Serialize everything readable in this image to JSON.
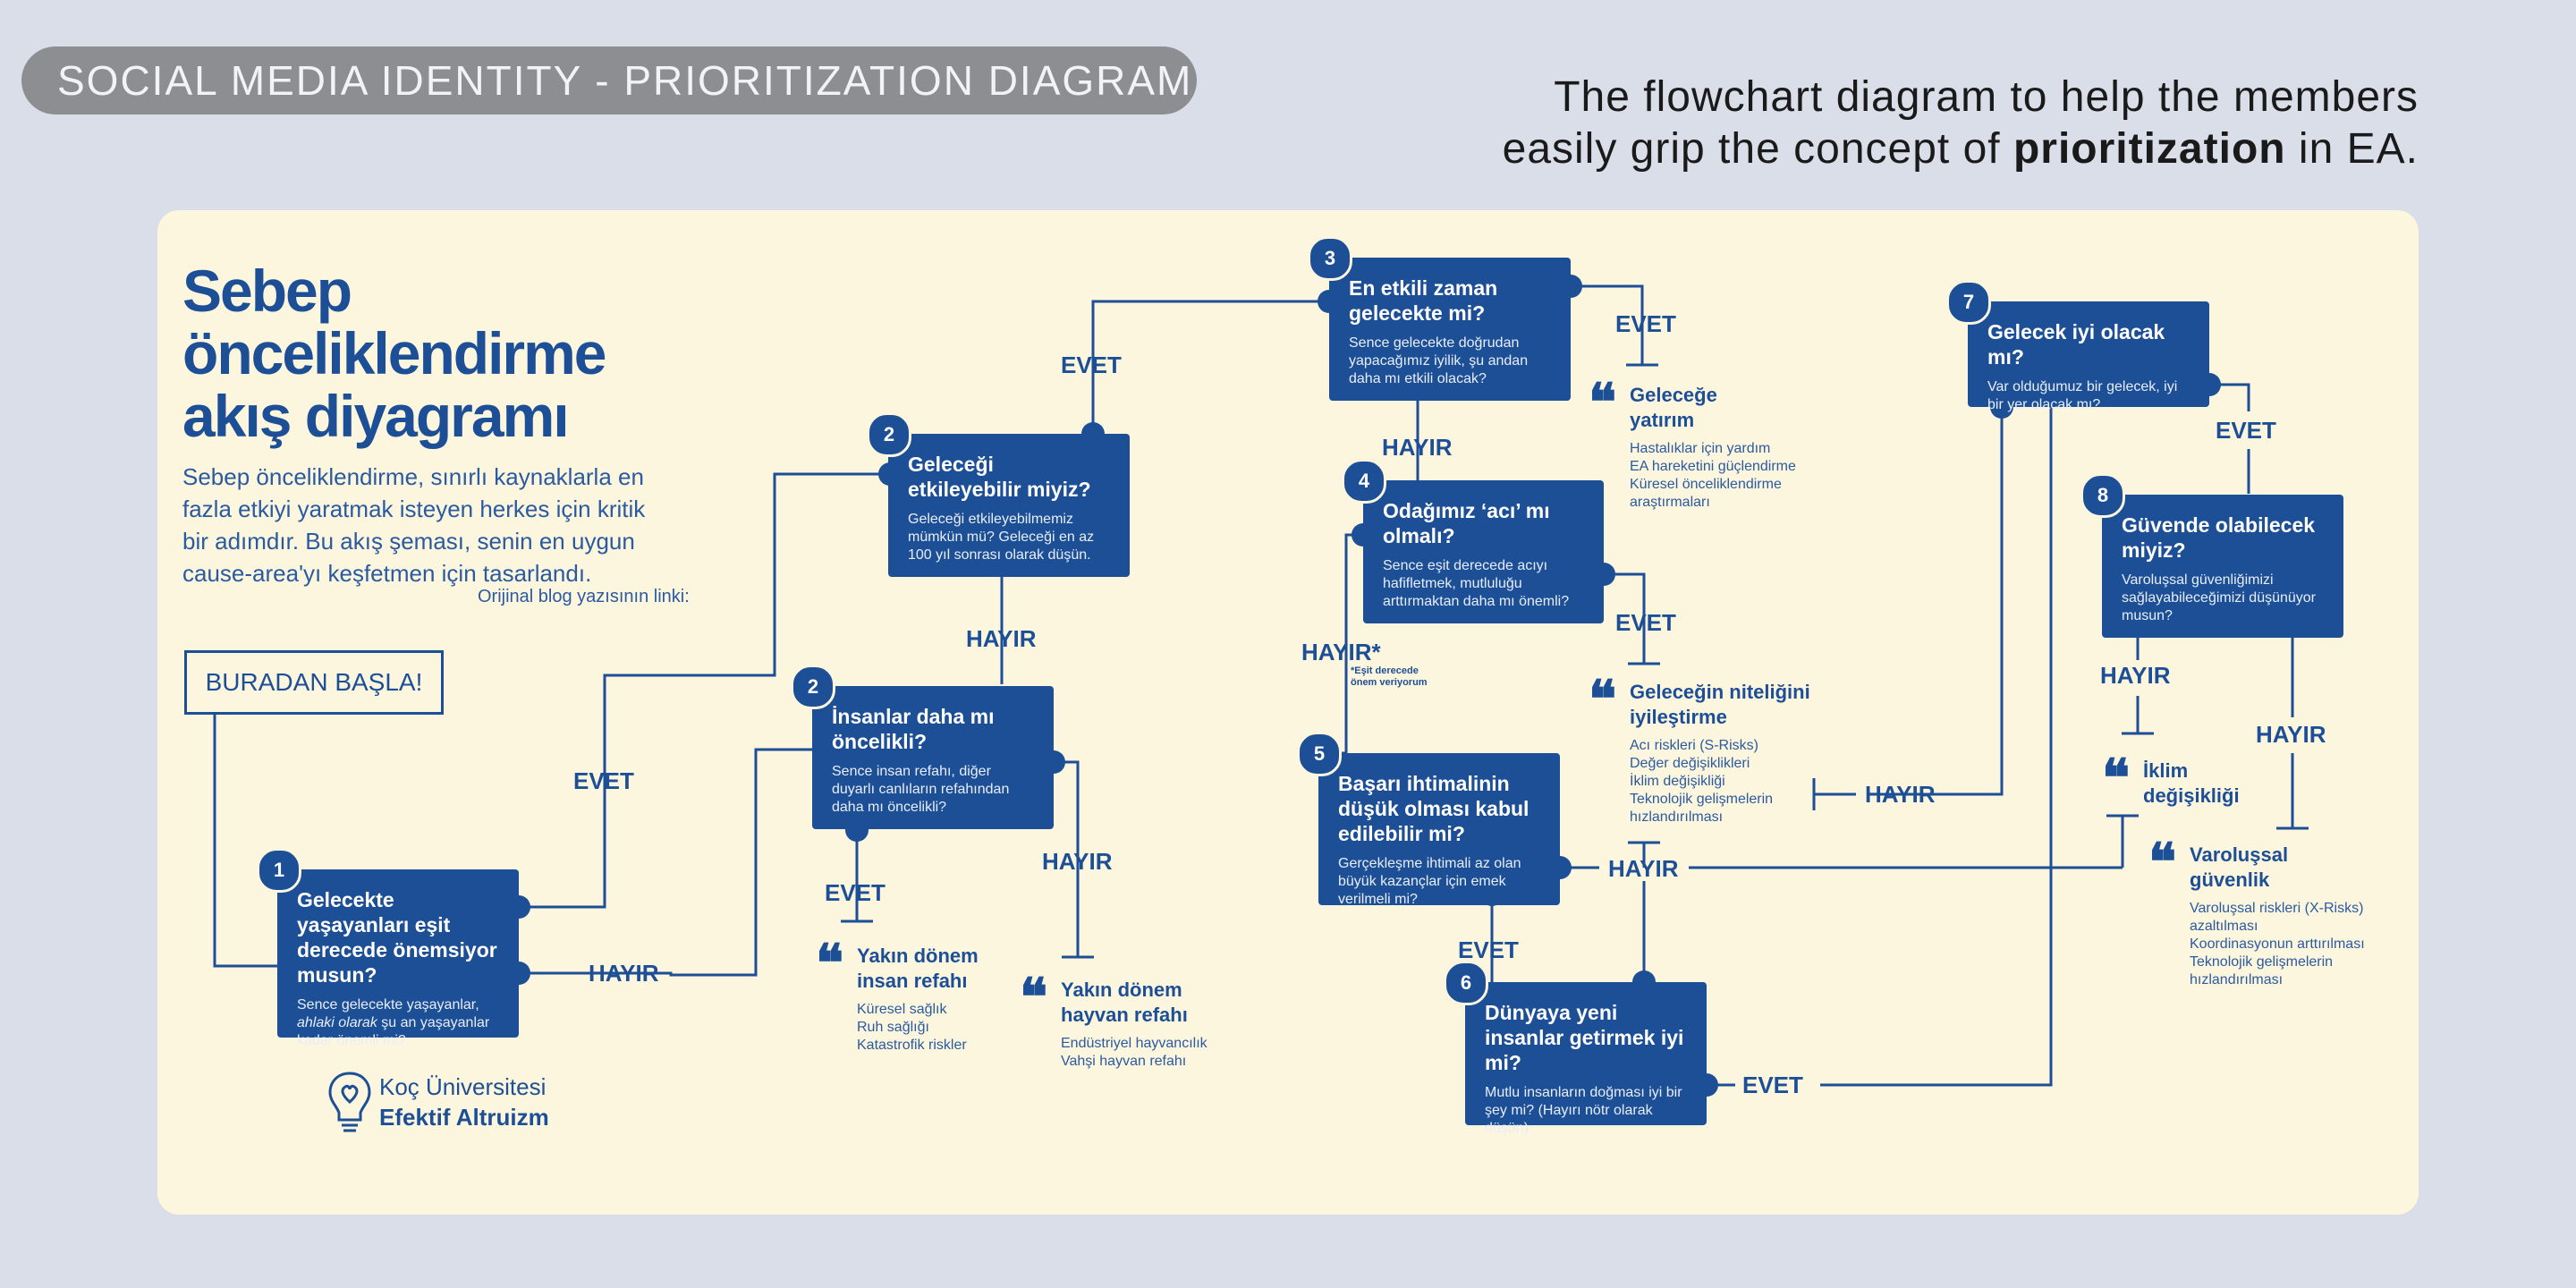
{
  "header": {
    "pill": "SOCIAL MEDIA IDENTITY - PRIORITIZATION DIAGRAM",
    "tagline_line1": "The flowchart diagram to help the members",
    "tagline_pre": "easily grip the concept of ",
    "tagline_bold": "prioritization",
    "tagline_post": " in EA."
  },
  "intro": {
    "title": "Sebep önceliklendirme akış diyagramı",
    "text": "Sebep önceliklendirme, sınırlı kaynaklarla en fazla etkiyi yaratmak isteyen herkes için kritik bir adımdır. Bu akış şeması, senin en uygun cause-area'yı keşfetmen için tasarlandı.",
    "blog": "Orijinal blog yazısının linki:",
    "start": "BURADAN BAŞLA!"
  },
  "questions": {
    "q1": {
      "num": "1",
      "q": "Gelecekte yaşayanları eşit derecede önemsiyor musun?",
      "d_pre": "Sence gelecekte yaşayanlar, ",
      "d_em": "ahlaki olarak",
      "d_post": " şu an yaşayanlar kadar önemli mi?"
    },
    "q2a": {
      "num": "2",
      "q": "Geleceği etkileyebilir miyiz?",
      "d": "Geleceği etkileyebilmemiz mümkün mü? Geleceği en az 100 yıl sonrası olarak düşün."
    },
    "q2b": {
      "num": "2",
      "q": "İnsanlar daha mı öncelikli?",
      "d": "Sence insan refahı, diğer duyarlı canlıların refahından daha mı öncelikli?"
    },
    "q3": {
      "num": "3",
      "q": "En etkili zaman gelecekte mi?",
      "d": "Sence gelecekte doğrudan yapacağımız iyilik, şu andan daha mı etkili olacak?"
    },
    "q4": {
      "num": "4",
      "q": "Odağımız ‘acı’ mı olmalı?",
      "d": "Sence eşit derecede acıyı hafifletmek, mutluluğu arttırmaktan daha mı önemli?"
    },
    "q5": {
      "num": "5",
      "q": "Başarı ihtimalinin düşük olması kabul edilebilir mi?",
      "d": "Gerçekleşme ihtimali az olan büyük kazançlar için emek verilmeli mi?"
    },
    "q6": {
      "num": "6",
      "q": "Dünyaya yeni insanlar getirmek iyi mi?",
      "d": "Mutlu insanların doğması iyi bir şey mi? (Hayırı nötr olarak düşün)"
    },
    "q7": {
      "num": "7",
      "q": "Gelecek iyi olacak mı?",
      "d": "Var olduğumuz bir gelecek, iyi bir yer olacak mı?"
    },
    "q8": {
      "num": "8",
      "q": "Güvende olabilecek miyiz?",
      "d": "Varoluşsal güvenliğimizi sağlayabileceğimizi düşünüyor musun?"
    }
  },
  "labels": {
    "yes": "EVET",
    "no": "HAYIR",
    "no_star": "HAYIR*",
    "note_line1": "*Eşit derecede",
    "note_line2": "önem veriyorum"
  },
  "outcomes": {
    "o1": {
      "title": "Yakın dönem insan refahı",
      "items": [
        "Küresel sağlık",
        "Ruh sağlığı",
        "Katastrofik riskler"
      ]
    },
    "o2": {
      "title": "Yakın dönem hayvan refahı",
      "items": [
        "Endüstriyel hayvancılık",
        "Vahşi hayvan refahı"
      ]
    },
    "o3": {
      "title": "Geleceğe yatırım",
      "items": [
        "Hastalıklar için yardım",
        "EA hareketini güçlendirme",
        "Küresel önceliklendirme araştırmaları"
      ]
    },
    "o4": {
      "title": "Geleceğin niteliğini iyileştirme",
      "items": [
        "Acı riskleri (S-Risks)",
        "Değer değişiklikleri",
        "İklim değişikliği",
        "Teknolojik gelişmelerin hızlandırılması"
      ]
    },
    "o5": {
      "title": "İklim değişikliği",
      "items": []
    },
    "o6": {
      "title": "Varoluşsal güvenlik",
      "items": [
        "Varoluşsal riskleri (X-Risks) azaltılması",
        "Koordinasyonun arttırılması",
        "Teknolojik gelişmelerin hızlandırılması"
      ]
    }
  },
  "logo": {
    "line1": "Koç Üniversitesi",
    "line2": "Efektif Altruizm"
  },
  "colors": {
    "primary": "#1d4f97",
    "panel": "#fdf6de",
    "background": "#d9dee9",
    "pill": "#8c8e92"
  }
}
